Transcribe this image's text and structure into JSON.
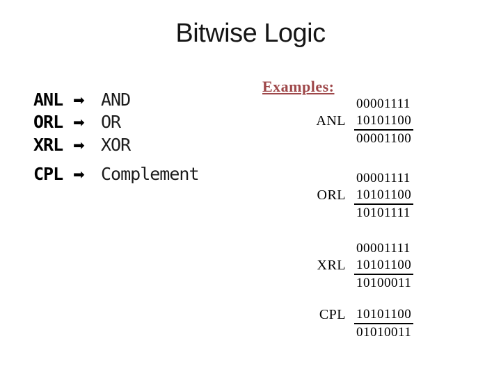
{
  "slide": {
    "title": "Bitwise Logic",
    "arrow_icon": "➡",
    "mnemonics": [
      {
        "op": "ANL",
        "meaning": "AND"
      },
      {
        "op": "ORL",
        "meaning": "OR"
      },
      {
        "op": "XRL",
        "meaning": "XOR"
      },
      {
        "op": "CPL",
        "meaning": "Complement"
      }
    ],
    "examples": {
      "heading": "Examples:",
      "heading_color": "#9E4749",
      "items": [
        {
          "label": "ANL",
          "operand1": "00001111",
          "operand2": "10101100",
          "result": "00001100"
        },
        {
          "label": "ORL",
          "operand1": "00001111",
          "operand2": "10101100",
          "result": "10101111"
        },
        {
          "label": "XRL",
          "operand1": "00001111",
          "operand2": "10101100",
          "result": "10100011"
        },
        {
          "label": "CPL",
          "operand2": "10101100",
          "result": "01010011"
        }
      ]
    }
  }
}
